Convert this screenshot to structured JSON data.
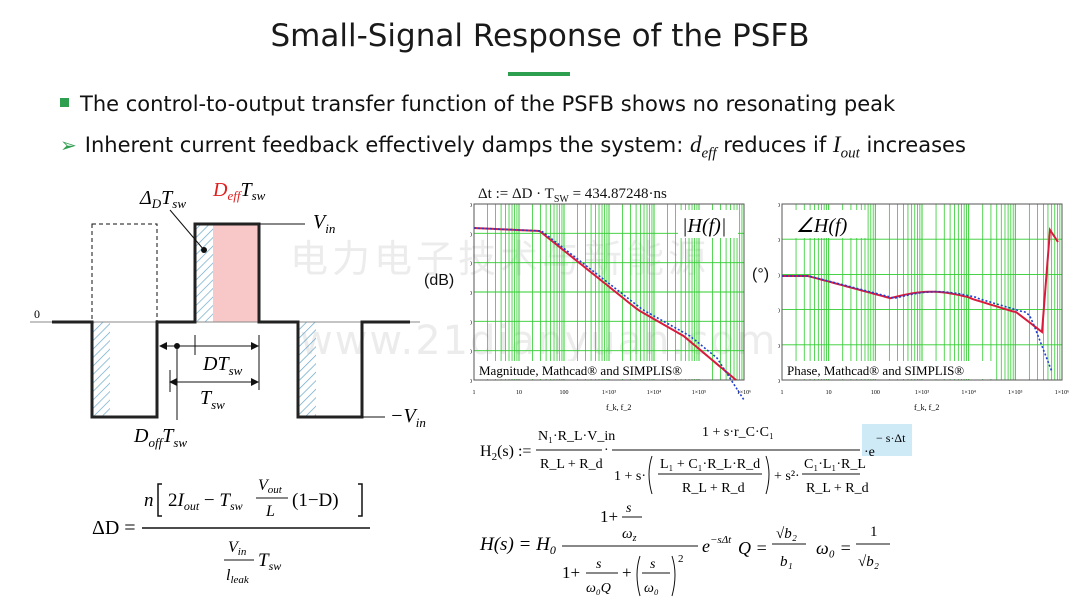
{
  "slide": {
    "title": "Small-Signal Response of the PSFB",
    "bullet1": "The control-to-output transfer function of the PSFB shows no resonating peak",
    "bullet2_prefix": "Inherent current feedback effectively damps the system: ",
    "bullet2_d_sub": "eff",
    "bullet2_middle": " reduces if ",
    "bullet2_i_sub": "out",
    "bullet2_suffix": " increases",
    "watermark_cn": "电力电子技术与新能源",
    "watermark_url": "www.21dianyuan.com"
  },
  "waveform": {
    "label_top_delta": "Δ",
    "label_top_delta_sub": "D",
    "label_top_t": "T",
    "label_top_t_sub": "sw",
    "label_deff_d": "D",
    "label_deff_sub": "eff",
    "label_deff_t": "T",
    "label_deff_t_sub": "sw",
    "label_vin": "V",
    "label_vin_sub": "in",
    "label_zero": "0",
    "label_dtsw": "DT",
    "label_dtsw_sub": "sw",
    "label_tsw": "T",
    "label_tsw_sub": "sw",
    "label_neg_vin": "−V",
    "label_neg_vin_sub": "in",
    "label_doff": "D",
    "label_doff_sub": "off",
    "label_doff_t": "T",
    "label_doff_t_sub": "sw",
    "deff_color": "#e02020"
  },
  "delta_d_equation": {
    "lhs": "ΔD =",
    "num_n": "n",
    "num_2": "2",
    "num_I": "I",
    "num_I_sub": "out",
    "num_minus": " − ",
    "num_T": "T",
    "num_T_sub": "sw",
    "num_frac_top": "V",
    "num_frac_top_sub": "out",
    "num_frac_bot": "L",
    "num_tail": "(1−D)",
    "den_top": "V",
    "den_top_sub": "in",
    "den_bot": "l",
    "den_bot_sub": "leak",
    "den_T": "T",
    "den_T_sub": "sw"
  },
  "delay": {
    "lhs": "Δt := ΔD · T",
    "lhs_sub": "SW",
    "rhs": "= 434.87248·ns"
  },
  "magnitude_plot": {
    "ylabel": "(dB)",
    "legend": "Magnitude, Mathcad® and SIMPLIS®",
    "curve_label": "|H(f)|",
    "y_ticks": [
      "40",
      "20",
      "0",
      "20",
      "− 40",
      "− 60",
      "− 80"
    ],
    "x_ticks": [
      "1",
      "10",
      "100",
      "1×10³",
      "1×10⁴",
      "1×10⁵",
      "1×10⁶"
    ],
    "x_var": "f_k, f_2"
  },
  "phase_plot": {
    "ylabel": "(°)",
    "legend": "Phase, Mathcad® and SIMPLIS®",
    "curve_label": "∠H(f)",
    "y_ticks": [
      "200",
      "100",
      "0",
      "− 100",
      "− 200",
      "− 300"
    ],
    "x_ticks": [
      "1",
      "10",
      "100",
      "1×10³",
      "1×10⁴",
      "1×10⁵",
      "1×10⁶"
    ],
    "x_var": "f_k, f_2"
  },
  "colors": {
    "accent_green": "#2e9e4f",
    "plot_grid": "#2ecc2e",
    "curve_mathcad": "#d81b3c",
    "curve_simplis": "#1f3fd1",
    "deff_fill": "#f8c8c8",
    "hatch": "#6aa8c8",
    "delay_highlight": "#cfeaf7"
  },
  "h2_equation": {
    "lhs": "H",
    "lhs_sub": "2",
    "lhs_tail": "(s) :=",
    "gain_num": "N₁·R_L·V_in",
    "gain_den": "R_L + R_d",
    "zero_num": "1 + s·r_C·C₁",
    "den_prefix": "1 + s·",
    "den_inner_num": "L₁ + C₁·R_L·R_d",
    "den_inner_den": "R_L + R_d",
    "den_mid": "+ s²·",
    "den_last_num": "C₁·L₁·R_L",
    "den_last_den": "R_L + R_d",
    "exp": "− s·Δt",
    "exp_base": "e"
  },
  "h_equation": {
    "lhs": "H(s) = H",
    "lhs_sub": "0",
    "num": "1+",
    "num_s": "s",
    "num_w": "ω",
    "num_w_sub": "z",
    "den_1": "1+",
    "den_s": "s",
    "den_w0q": "ω₀Q",
    "den_plus": "+",
    "den_s2": "s",
    "den_w0": "ω₀",
    "den_pow": "2",
    "exp": "e",
    "exp_sup": "−sΔt",
    "q_lhs": "Q =",
    "q_num": "√b₂",
    "q_den": "b₁",
    "w0_lhs": "ω₀ =",
    "w0_num": "1",
    "w0_den": "√b₂"
  }
}
